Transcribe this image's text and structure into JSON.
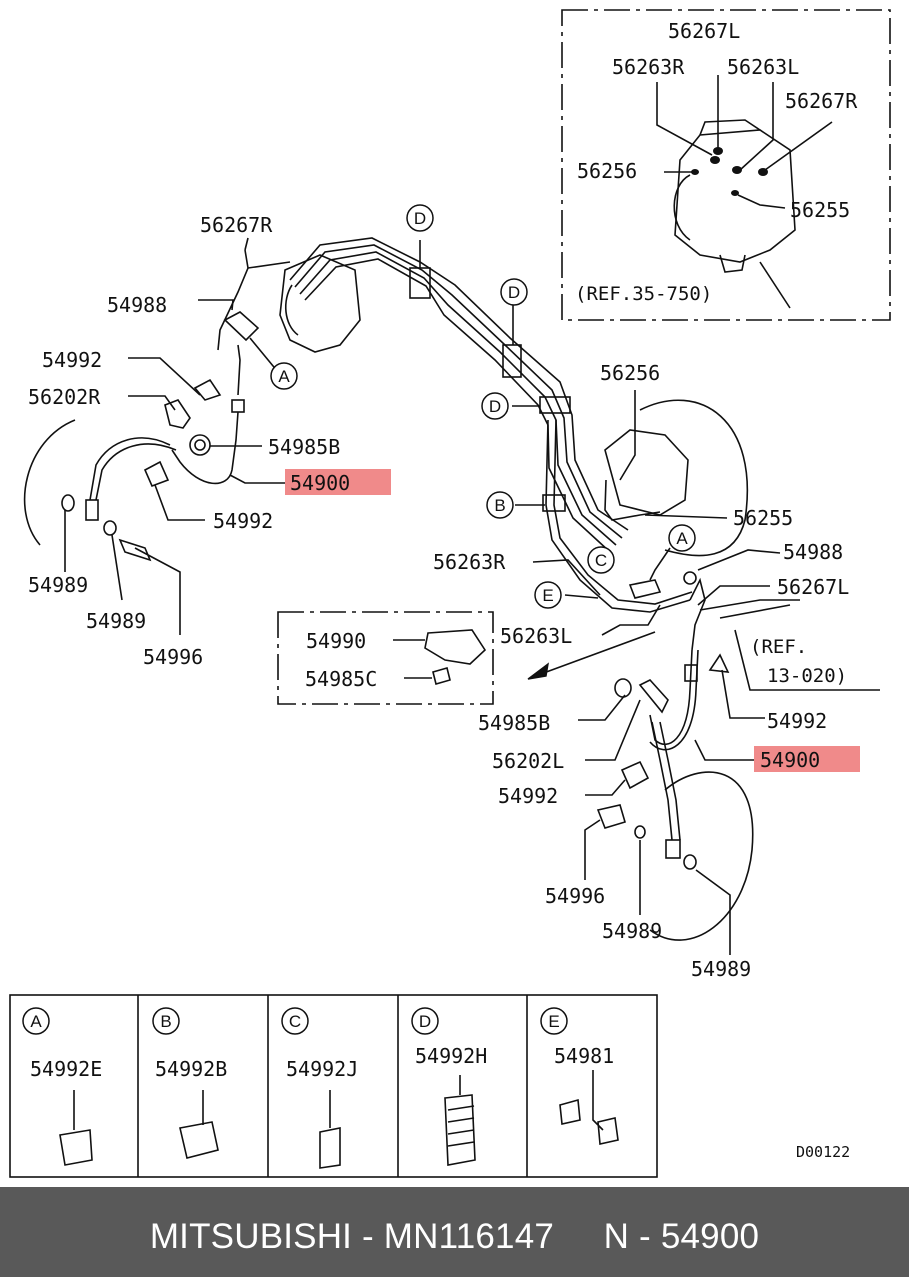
{
  "diagram": {
    "inset_top": {
      "labels": [
        "56267L",
        "56263R",
        "56263L",
        "56267R",
        "56256",
        "56255"
      ],
      "ref": "(REF.35-750)"
    },
    "main_labels": {
      "l_56267R": "56267R",
      "l_54988_top": "54988",
      "l_54992_a": "54992",
      "l_56202R": "56202R",
      "l_54985B_a": "54985B",
      "l_54900_a": "54900",
      "l_54992_b": "54992",
      "l_54989_a": "54989",
      "l_54989_b": "54989",
      "l_54996_a": "54996",
      "l_56256": "56256",
      "l_56255": "56255",
      "l_56263R": "56263R",
      "l_54988_r": "54988",
      "l_56267L": "56267L",
      "l_56263L": "56263L",
      "l_ref13a": "(REF.",
      "l_ref13b": "13-020)",
      "l_54985B_b": "54985B",
      "l_54992_c": "54992",
      "l_56202L": "56202L",
      "l_54900_b": "54900",
      "l_54992_d": "54992",
      "l_54996_b": "54996",
      "l_54989_c": "54989",
      "l_54989_d": "54989"
    },
    "detail_box": {
      "top": "54990",
      "bottom": "54985C"
    },
    "callouts": [
      "A",
      "B",
      "C",
      "D",
      "E"
    ],
    "parts_table": [
      {
        "letter": "A",
        "part": "54992E"
      },
      {
        "letter": "B",
        "part": "54992B"
      },
      {
        "letter": "C",
        "part": "54992J"
      },
      {
        "letter": "D",
        "part": "54992H"
      },
      {
        "letter": "E",
        "part": "54981"
      }
    ],
    "drawing_code": "D00122",
    "highlight_color": "#f08a8a"
  },
  "footer": {
    "text": "MITSUBISHI - MN116147     N - 54900"
  }
}
